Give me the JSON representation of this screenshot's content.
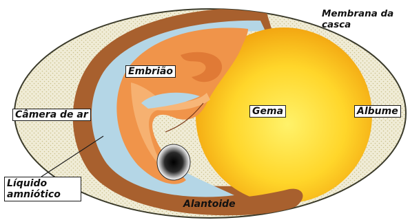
{
  "labels": {
    "membrana_line1": "Membrana da",
    "membrana_line2": "casca",
    "embriao": "Embrião",
    "camera": "Câmera de ar",
    "gema": "Gema",
    "albume": "Albume",
    "liquido_line1": "Líquido",
    "liquido_line2": "amniótico",
    "alantoide": "Alantoide"
  },
  "colors": {
    "shell": "#f0ecd6",
    "albumen_dots": "#c9bf8a",
    "outline": "#3a3a2a",
    "chorion_brown": "#a8602e",
    "amnion_blue": "#b4d6e6",
    "embryo_orange": "#f0944a",
    "embryo_light": "#f7b678",
    "yolk_center": "#ffe34a",
    "yolk_edge": "#f0a410",
    "eye_dark": "#1a1a1a"
  }
}
